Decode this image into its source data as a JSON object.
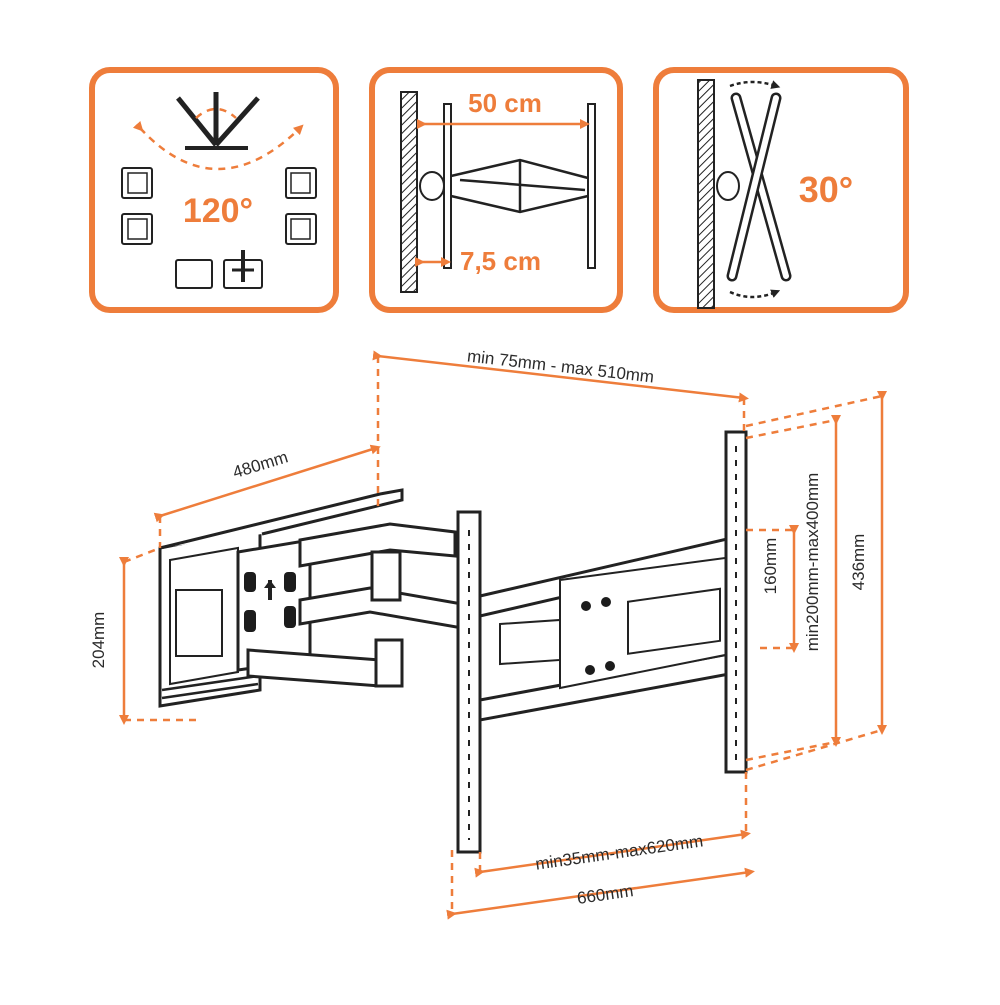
{
  "panels": {
    "swivel": {
      "angle_label": "120°"
    },
    "extension": {
      "max_label": "50 cm",
      "min_label": "7,5 cm"
    },
    "tilt": {
      "angle_label": "30°"
    }
  },
  "dimensions": {
    "wall_to_tv_depth": "min 75mm - max 510mm",
    "arm_length": "480mm",
    "wall_plate_height": "204mm",
    "vesa_horizontal": "min35mm-max620mm",
    "overall_width": "660mm",
    "vesa_160": "160mm",
    "vesa_vertical": "min200mm-max400mm",
    "overall_height": "436mm"
  },
  "colors": {
    "accent": "#ee7d3b",
    "ink": "#222222"
  }
}
